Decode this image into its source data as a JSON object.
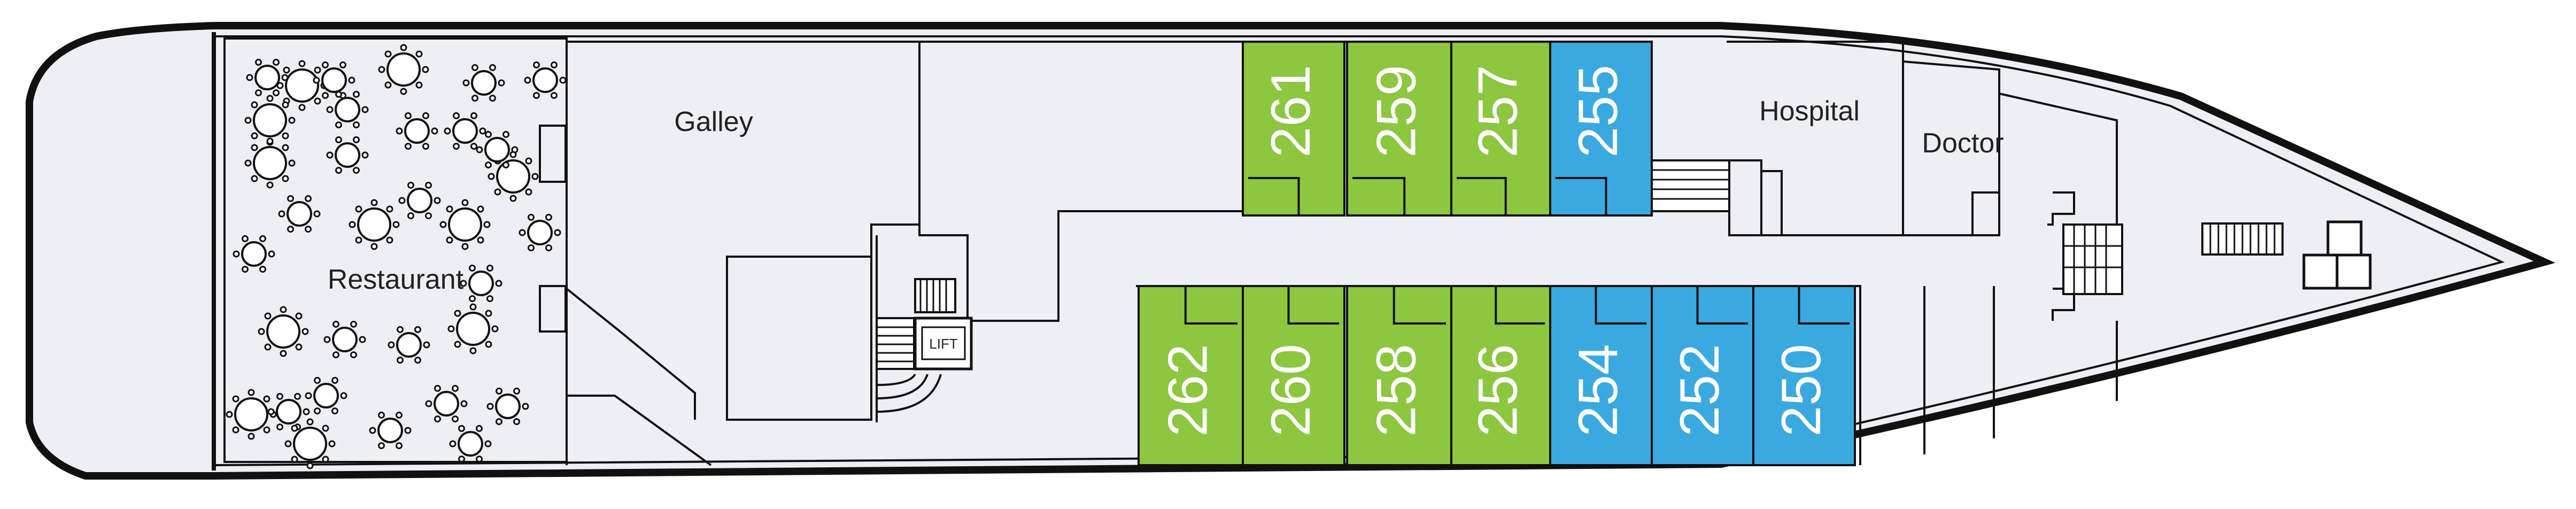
{
  "colors": {
    "hull_fill": "#eeeff4",
    "outline": "#111111",
    "green_cabin": "#8dc63f",
    "blue_cabin": "#3aa9e0",
    "label_text": "#222222",
    "cabin_text": "#ffffff"
  },
  "rooms": {
    "restaurant": "Restaurant",
    "galley": "Galley",
    "hospital": "Hospital",
    "doctor": "Doctor",
    "lift": "LIFT"
  },
  "cabins": [
    {
      "number": "261",
      "category": "green"
    },
    {
      "number": "259",
      "category": "green"
    },
    {
      "number": "257",
      "category": "green"
    },
    {
      "number": "255",
      "category": "blue"
    },
    {
      "number": "262",
      "category": "green"
    },
    {
      "number": "260",
      "category": "green"
    },
    {
      "number": "258",
      "category": "green"
    },
    {
      "number": "256",
      "category": "green"
    },
    {
      "number": "254",
      "category": "blue"
    },
    {
      "number": "252",
      "category": "blue"
    },
    {
      "number": "250",
      "category": "blue"
    }
  ],
  "icons": [
    "table-icon",
    "stairs-icon",
    "lift-icon",
    "anchor-winch-icon",
    "bow-hatch-icon"
  ]
}
